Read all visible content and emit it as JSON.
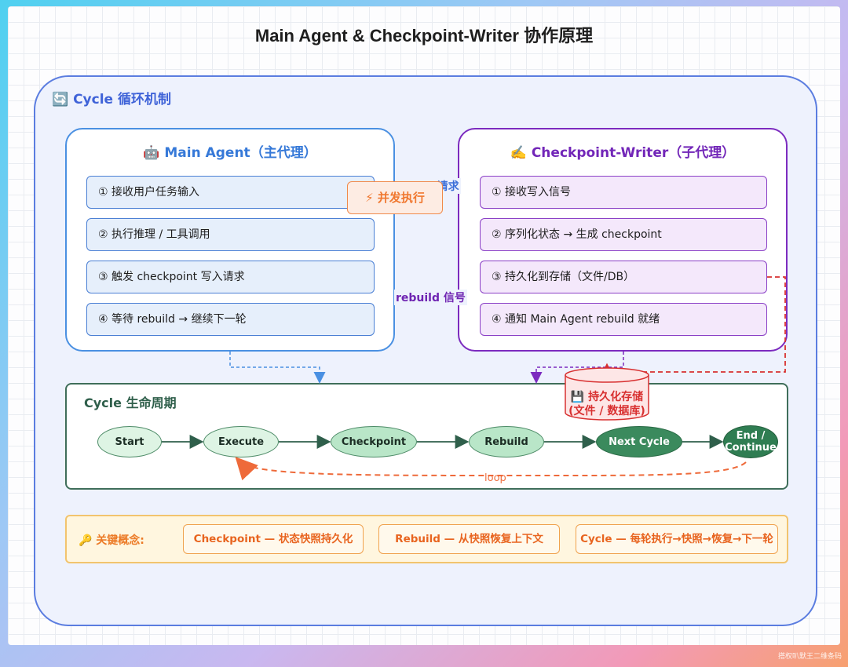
{
  "page": {
    "title": "Main Agent & Checkpoint-Writer 协作原理"
  },
  "cycle": {
    "title": "🔄 Cycle 循环机制"
  },
  "main_agent": {
    "title": "🤖 Main Agent（主代理）",
    "steps": [
      "① 接收用户任务输入",
      "② 执行推理 / 工具调用",
      "③ 触发 checkpoint 写入请求",
      "④ 等待 rebuild → 继续下一轮"
    ]
  },
  "checkpoint_writer": {
    "title": "✍️ Checkpoint-Writer（子代理）",
    "steps": [
      "① 接收写入信号",
      "② 序列化状态 → 生成 checkpoint",
      "③ 持久化到存储（文件/DB）",
      "④ 通知 Main Agent rebuild 就绪"
    ]
  },
  "concurrent_badge": "⚡ 并发执行",
  "edge_labels": {
    "request_visible": "t 请求",
    "rebuild_signal": "rebuild 信号"
  },
  "lifecycle": {
    "title": "Cycle 生命周期",
    "nodes": [
      "Start",
      "Execute",
      "Checkpoint",
      "Rebuild",
      "Next Cycle"
    ],
    "end_node": [
      "End /",
      "Continue"
    ],
    "loop_label": "loop"
  },
  "storage": {
    "line1": "💾 持久化存储",
    "line2": "(文件 / 数据库)"
  },
  "concepts": {
    "label": "🔑 关键概念:",
    "items": [
      "Checkpoint — 状态快照持久化",
      "Rebuild — 从快照恢复上下文",
      "Cycle — 每轮执行→快照→恢复→下一轮"
    ]
  },
  "watermark": "搭权叭默王二维条码",
  "colors": {
    "main_border": "#4a90e2",
    "writer_border": "#7c2bbf",
    "lifecycle_border": "#3f6e5a",
    "accent_orange": "#f07830",
    "storage_red": "#d83030"
  }
}
